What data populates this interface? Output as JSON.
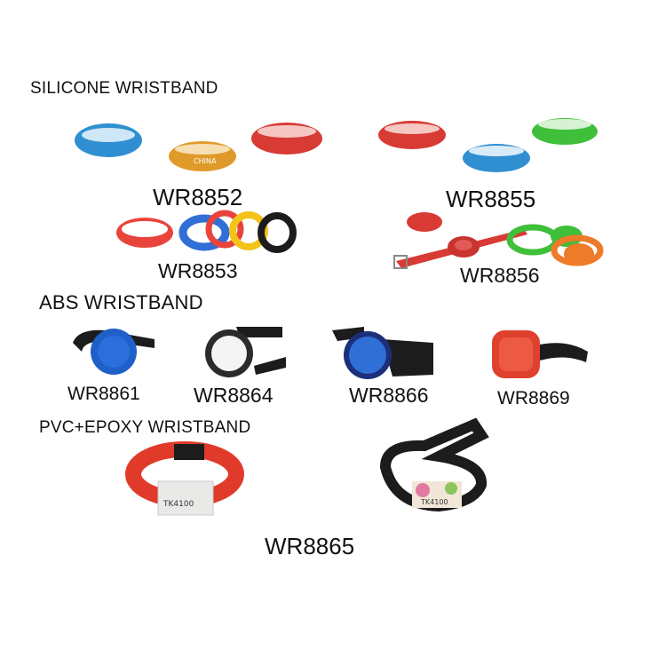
{
  "sections": {
    "silicone": "SILICONE WRISTBAND",
    "abs": "ABS WRISTBAND",
    "pvc": "PVC+EPOXY WRISTBAND"
  },
  "models": {
    "wr8852": "WR8852",
    "wr8855": "WR8855",
    "wr8853": "WR8853",
    "wr8856": "WR8856",
    "wr8861": "WR8861",
    "wr8864": "WR8864",
    "wr8866": "WR8866",
    "wr8869": "WR8869",
    "wr8865": "WR8865"
  },
  "card_label": "TK4100",
  "colors": {
    "red": "#d83a34",
    "blue": "#2f8fd0",
    "orange": "#e09a2a",
    "green": "#3fbf3a",
    "yellow": "#f2c318",
    "black": "#1c1c1c",
    "abs_blue": "#1f5fc8",
    "abs_red": "#e0402e",
    "strap_red": "#e03a2a"
  }
}
